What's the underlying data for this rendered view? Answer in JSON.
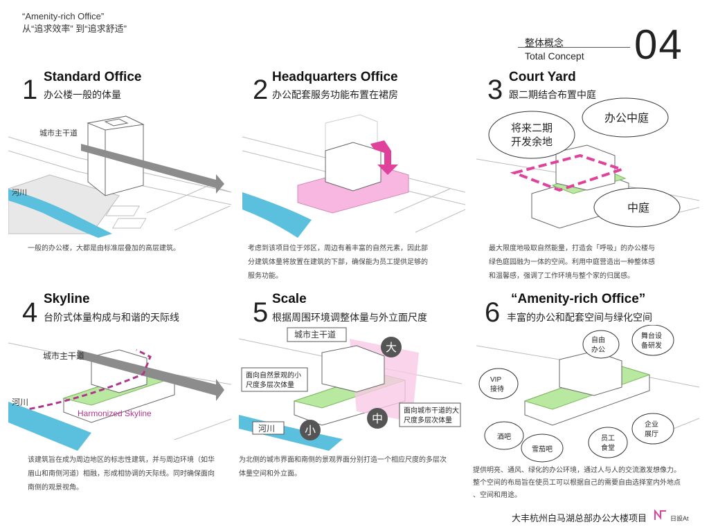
{
  "header": {
    "en": "“Amenity-rich Office”",
    "cn": "从“追求效率” 到“追求舒适”"
  },
  "concept": {
    "cn": "整体概念",
    "en": "Total Concept",
    "number": "04"
  },
  "panels": [
    {
      "num": "1",
      "title": "Standard Office",
      "subtitle": "办公楼一般的体量",
      "desc": [
        "一般的办公楼，大都是由标准层叠加的高层建筑。"
      ],
      "labels": {
        "road": "城市主干道",
        "river": "河川"
      }
    },
    {
      "num": "2",
      "title": "Headquarters Office",
      "subtitle": "办公配套服务功能布置在裙房",
      "desc": [
        "考虑到该项目位于郊区，周边有着丰富的自然元素，因此部",
        "分建筑体量将放置在建筑的下部，确保能为员工提供足够的",
        "服务功能。"
      ]
    },
    {
      "num": "3",
      "title": "Court Yard",
      "subtitle": "跟二期结合布置中庭",
      "desc": [
        "最大限度地吸取自然能量，打造会「呼吸」的办公楼与",
        "绿色庭园融为一体的空间。利用中庭营造出一种整体感",
        "和温馨感，强调了工作环境与整个家的归属感。"
      ],
      "labels": {
        "future": [
          "将来二期",
          "开发余地"
        ],
        "office_court": "办公中庭",
        "court": "中庭"
      }
    },
    {
      "num": "4",
      "title": "Skyline",
      "subtitle": "台阶式体量构成与和谐的天际线",
      "desc": [
        "该建筑旨在成为周边地区的标志性建筑，并与周边环境（如华",
        "眉山和南侧河道）相融，形成相协调的天际线。同时确保面向",
        "南侧的观景视角。"
      ],
      "labels": {
        "road": "城市主干道",
        "river": "河川",
        "skyline": "Harmonized Skyline"
      }
    },
    {
      "num": "5",
      "title": "Scale",
      "subtitle": "根据周围环境调整体量与外立面尺度",
      "desc": [
        "为北侧的城市界面和南侧的景观界面分别打造一个相应尺度的多层次",
        "体量空间和外立面。"
      ],
      "labels": {
        "road": "城市主干道",
        "river": "河川",
        "big": "大",
        "mid": "中",
        "small": "小",
        "nature": [
          "面向自然景观的小",
          "尺度多层次体量"
        ],
        "city": [
          "面向城市干道的大",
          "尺度多层次体量"
        ]
      }
    },
    {
      "num": "6",
      "title": "“Amenity-rich Office”",
      "subtitle": "丰富的办公和配套空间与绿化空间",
      "desc": [
        "提供明亮、通风、绿化的办公环境，通过人与人的交流激发想像力。",
        "整个空间的布局旨在使员工可以根据自己的需要自由选择室内外地点",
        "、空间和用途。"
      ],
      "labels": {
        "free": [
          "自由",
          "办公"
        ],
        "stage": [
          "舞台设",
          "备研发"
        ],
        "vip": [
          "VIP",
          "接待"
        ],
        "bar": "酒吧",
        "cigar": "雪茄吧",
        "canteen": [
          "员工",
          "食堂"
        ],
        "hall": [
          "企业",
          "展厅"
        ]
      }
    }
  ],
  "footer": {
    "project": "大丰杭州白马湖总部办公大楼项目",
    "brand": "日設At"
  },
  "colors": {
    "river": "#5bc0de",
    "pink": "#e0419b",
    "green": "#9bd67a",
    "road": "#8c8c8c"
  }
}
